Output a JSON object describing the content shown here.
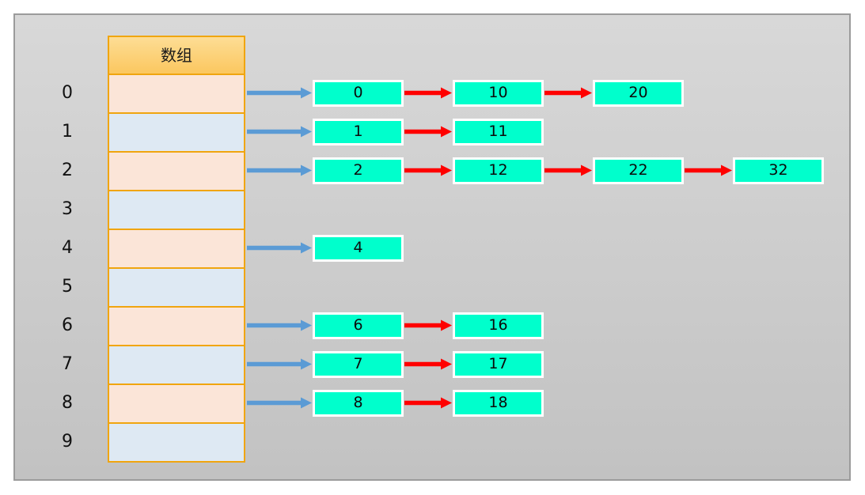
{
  "diagram": {
    "title": "hash-table-separate-chaining",
    "array_label": "数组",
    "buckets": [
      {
        "index": "0",
        "chain": [
          "0",
          "10",
          "20"
        ]
      },
      {
        "index": "1",
        "chain": [
          "1",
          "11"
        ]
      },
      {
        "index": "2",
        "chain": [
          "2",
          "12",
          "22",
          "32"
        ]
      },
      {
        "index": "3",
        "chain": []
      },
      {
        "index": "4",
        "chain": [
          "4"
        ]
      },
      {
        "index": "5",
        "chain": []
      },
      {
        "index": "6",
        "chain": [
          "6",
          "16"
        ]
      },
      {
        "index": "7",
        "chain": [
          "7",
          "17"
        ]
      },
      {
        "index": "8",
        "chain": [
          "8",
          "18"
        ]
      },
      {
        "index": "9",
        "chain": []
      }
    ],
    "colors": {
      "node_fill": "#00ffcc",
      "bucket_arrow": "#5b9bd5",
      "chain_arrow": "#ff0000",
      "row_even_fill": "#fbe5d8",
      "row_odd_fill": "#dee9f3",
      "header_fill_top": "#fddd95",
      "header_fill_bottom": "#fbc75f",
      "table_border": "#f0a50f",
      "canvas_fill": "#cccccc",
      "canvas_border": "#9b9b9b"
    }
  }
}
